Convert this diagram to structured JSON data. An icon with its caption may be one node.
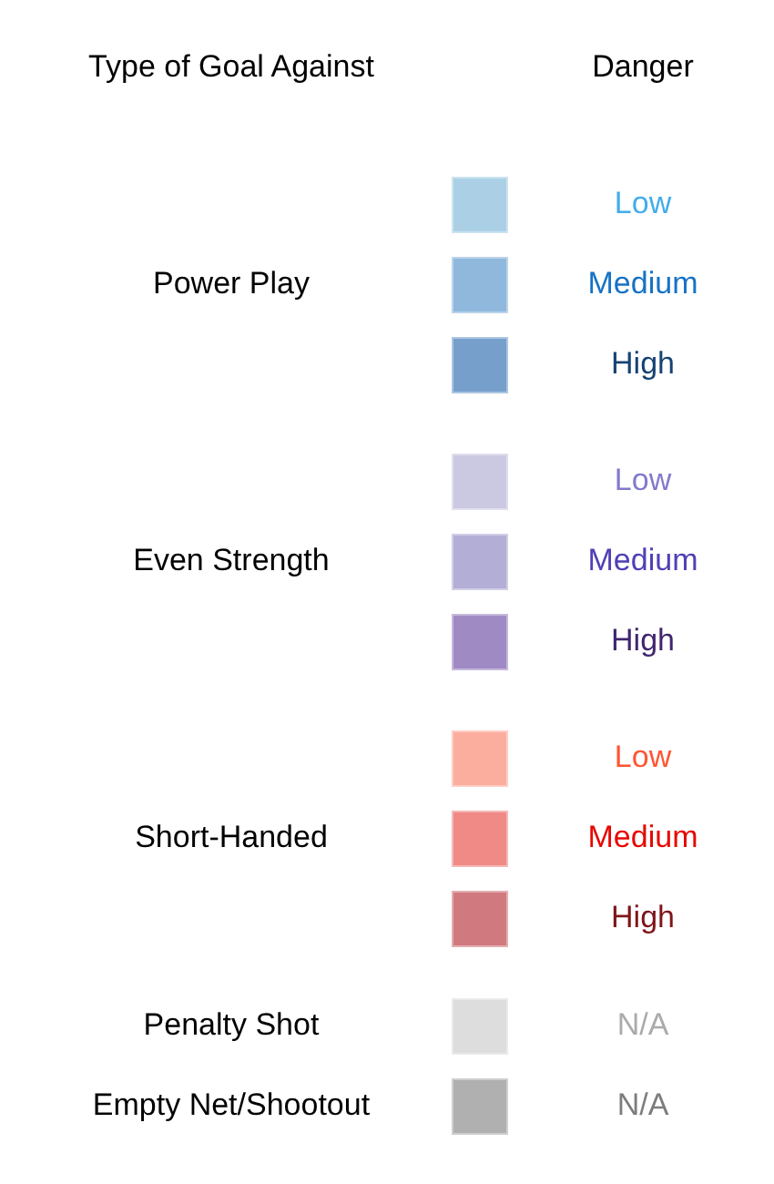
{
  "diagram": {
    "labels": [
      "Type of Goal Against",
      "Danger",
      "Power Play",
      "Even Strength",
      "Short-Handed",
      "Penalty Shot",
      "Empty Net/Shootout"
    ],
    "legend": [
      {
        "text": "Low",
        "color": "#abd0e6"
      },
      {
        "text": "Medium",
        "color": "#8fb8dc"
      },
      {
        "text": "High",
        "color": "#779fcb"
      },
      {
        "text": "Low",
        "color": "#cbc9e2"
      },
      {
        "text": "Medium",
        "color": "#b3aed5"
      },
      {
        "text": "High",
        "color": "#a08ac4"
      },
      {
        "text": "Low",
        "color": "#fcae9e"
      },
      {
        "text": "Medium",
        "color": "#ef8a87"
      },
      {
        "text": "High",
        "color": "#d07a7f"
      },
      {
        "text": "N/A",
        "color": "#dddddd"
      },
      {
        "text": "N/A",
        "color": "#b0b0b0"
      }
    ]
  }
}
